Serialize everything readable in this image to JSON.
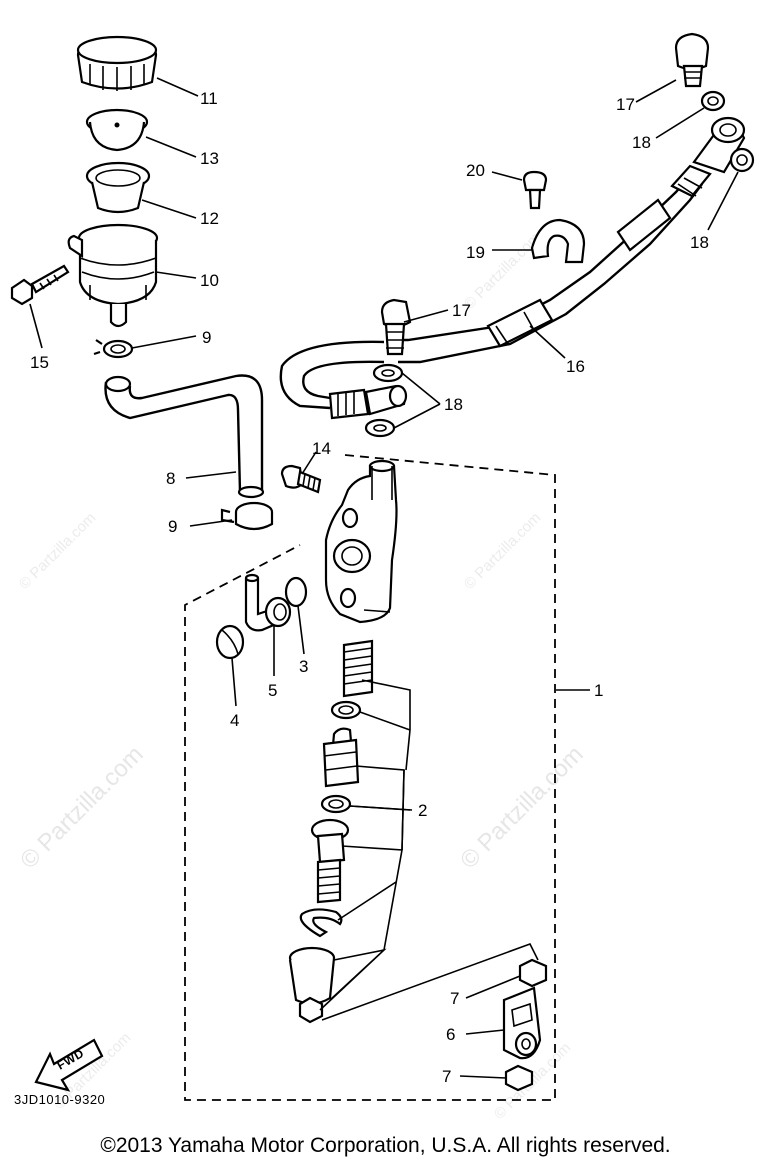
{
  "watermarks": {
    "main_left": "© Partzilla.com",
    "main_right": "© Partzilla.com",
    "small": "© Partzilla.com"
  },
  "labels": {
    "l1": "1",
    "l2": "2",
    "l3": "3",
    "l4": "4",
    "l5": "5",
    "l6": "6",
    "l7a": "7",
    "l7b": "7",
    "l8": "8",
    "l9a": "9",
    "l9b": "9",
    "l10": "10",
    "l11": "11",
    "l12": "12",
    "l13": "13",
    "l14": "14",
    "l15": "15",
    "l16": "16",
    "l17a": "17",
    "l17b": "17",
    "l18a": "18",
    "l18b": "18",
    "l18c": "18",
    "l19": "19",
    "l20": "20"
  },
  "fwd_label": "FWD",
  "diagram_code": "3JD1010-9320",
  "copyright": "©2013  Yamaha Motor Corporation, U.S.A. All rights reserved."
}
